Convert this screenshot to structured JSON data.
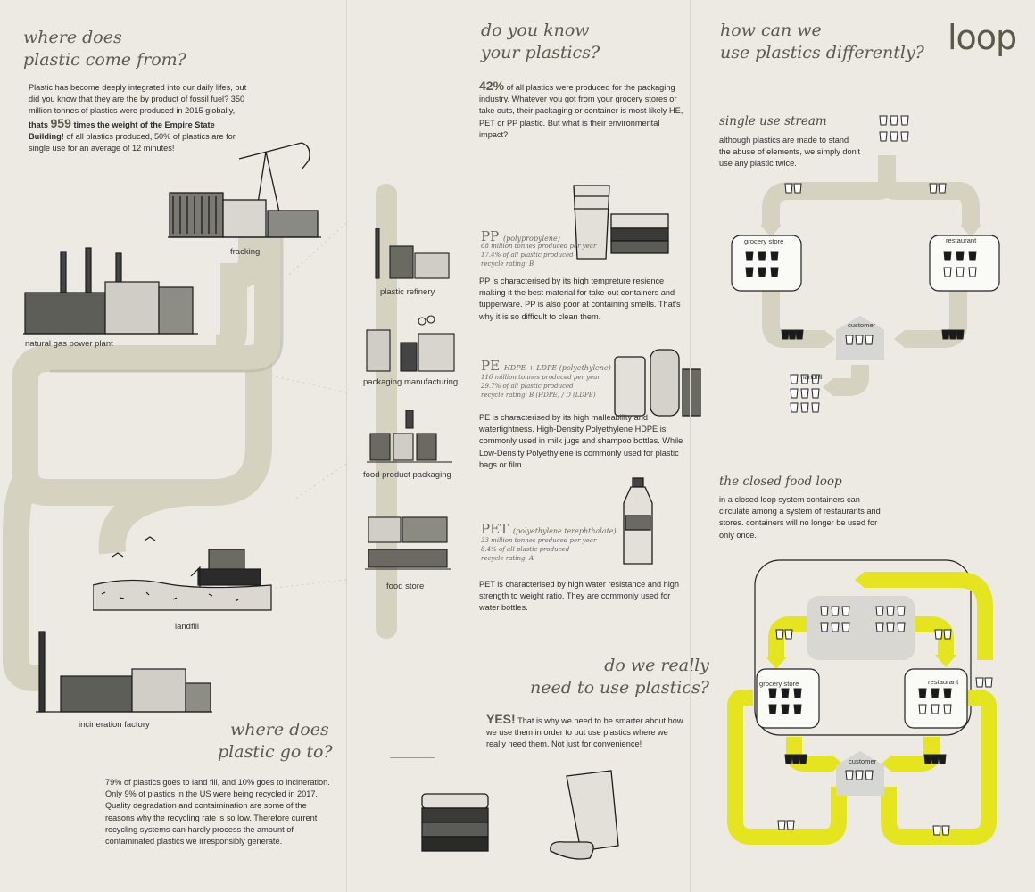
{
  "left": {
    "heading1": [
      "where does",
      "plastic come from?"
    ],
    "intro_a": "Plastic has become deeply integrated into our daily lifes, but did you know that they are the by product of fossil fuel? 350 million tonnes of plastics were produced in 2015 globally,",
    "intro_bold1": "thats",
    "intro_number": "959",
    "intro_bold2": "times the weight of the Empire State Building!",
    "intro_b": "of all plastics produced, 50% of plastics are for single use for an average of 12 minutes!",
    "fracking": "fracking",
    "gas_plant": "natural gas power plant",
    "landfill": "landfill",
    "incineration": "incineration factory",
    "heading2": [
      "where does",
      "plastic go to?"
    ],
    "outro": "79% of plastics goes to land fill, and 10% goes to incineration. Only 9% of plastics in the US were being recycled in 2017. Quality degradation and contaimination are some of the reasons why the recycling rate is so low. Therefore current recycling systems can hardly process the amount of contaminated plastics we irresponsibly generate."
  },
  "middle": {
    "heading": [
      "do you know",
      "your plastics?"
    ],
    "stat_pct": "42%",
    "intro": "of all plastics were produced for the packaging industry. Whatever you got from your grocery stores or take outs, their packaging or container is most likely HE, PET or PP plastic. But what is their environmental impact?",
    "stages": [
      "plastic refinery",
      "packaging manufacturing",
      "food product packaging",
      "food store"
    ],
    "pp": {
      "name": "PP",
      "full": "(polypropylene)",
      "meta": [
        "68 million tonnes produced per year",
        "17.4% of  all plastic produced",
        "recycle rating: B"
      ],
      "desc": "PP is characterised by its high tempreture resience making it the best material for take-out containers and tupperware. PP is also poor at containing smells. That's why it is so difficult to clean them."
    },
    "pe": {
      "name": "PE",
      "full": "HDPE + LDPE (polyethylene)",
      "meta": [
        "116 million tonnes produced per year",
        "29.7% of  all plastic produced",
        "recycle rating: B (HDPE) / D (LDPE)"
      ],
      "desc": "PE is characterised by its high malleability and watertightness. High-Density Polyethylene HDPE is commonly used in milk jugs and shampoo bottles. While Low-Density Polyethylene is commonly used for plastic bags or film."
    },
    "pet": {
      "name": "PET",
      "full": "(polyethylene terephthalate)",
      "meta": [
        "33 million tonnes produced per year",
        "8.4% of  all plastic produced",
        "recycle rating: A"
      ],
      "desc": "PET is characterised by high water resistance and high strength to weight ratio. They are commonly used for water bottles."
    },
    "heading2": [
      "do we really",
      "need to use plastics?"
    ],
    "yes": "YES!",
    "yes_text": "That is why we need to be smarter about how we use them in order to put use plastics where we really need them. Not just for convenience!"
  },
  "right": {
    "heading": [
      "how can we",
      "use plastics differently?"
    ],
    "logo": "loop",
    "single_title": "single use stream",
    "single_text": "although plastics are made to stand the abuse of elements, we simply don't use any plastic twice.",
    "grocery": "grocery store",
    "restaurant": "restaurant",
    "customer": "customer",
    "landfill": "landfill",
    "closed_title": "the closed food loop",
    "closed_text": "in a closed loop system containers can circulate among a system of restaurants and stores. containers will no longer be used for only once.",
    "grocery2": "grocery store",
    "restaurant2": "restaurant",
    "customer2": "customer"
  },
  "colors": {
    "pipe": "#d6d2c0",
    "loop": "#e4e51e",
    "accent_text": "#5b5a4c"
  }
}
